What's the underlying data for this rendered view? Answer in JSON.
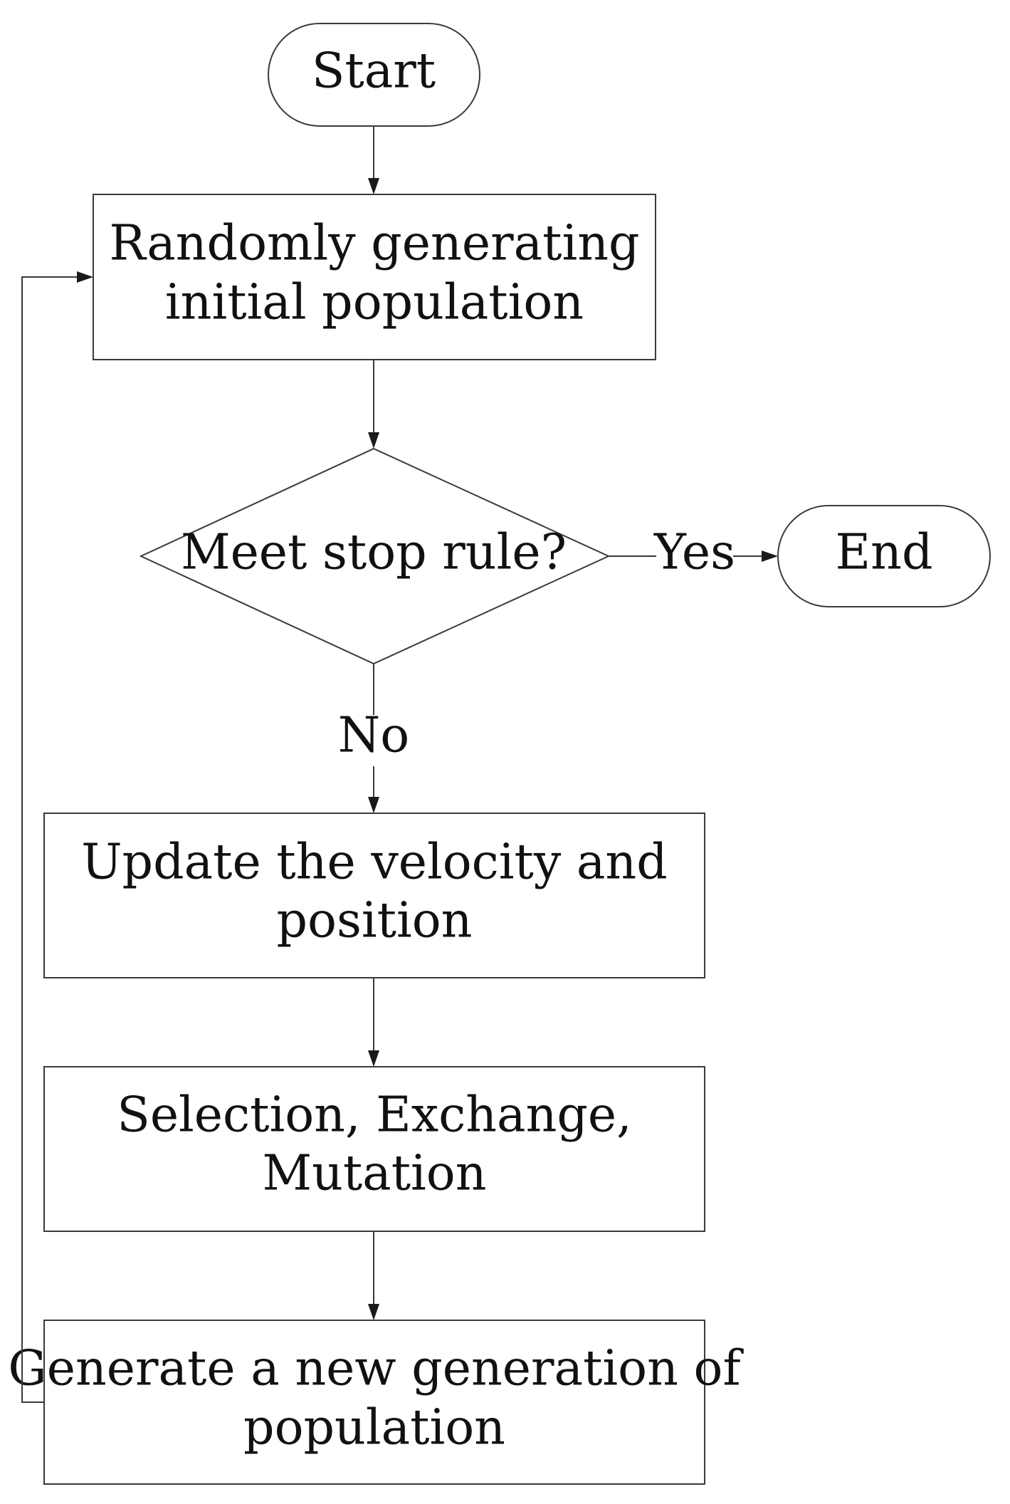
{
  "flowchart": {
    "start": "Start",
    "init_line1": "Randomly generating",
    "init_line2": "initial population",
    "decision": "Meet stop rule?",
    "yes_label": "Yes",
    "no_label": "No",
    "end": "End",
    "update_line1": "Update the velocity and",
    "update_line2": "position",
    "ops_line1": "Selection, Exchange,",
    "ops_line2": "Mutation",
    "newgen_line1": "Generate a new generation of",
    "newgen_line2": "population"
  }
}
